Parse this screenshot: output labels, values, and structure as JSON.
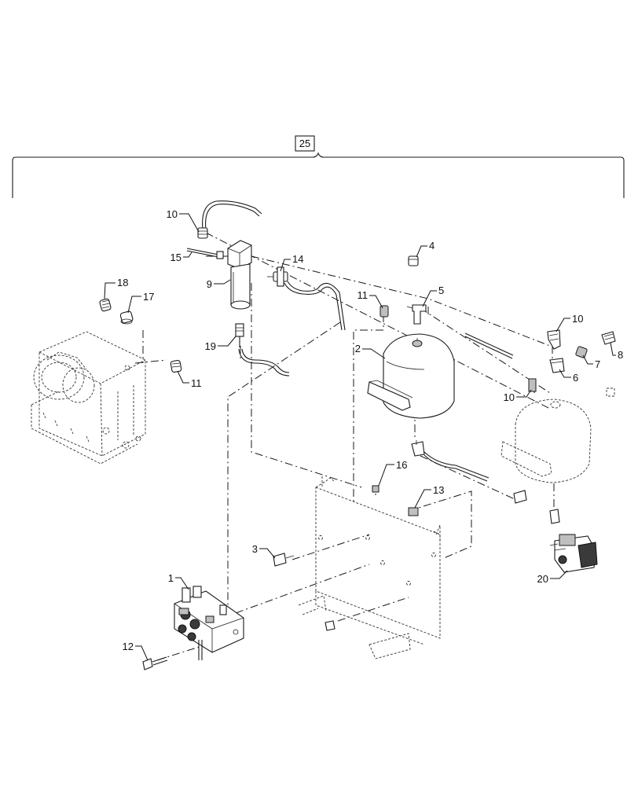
{
  "diagram": {
    "assembly_callout": "25",
    "callouts": [
      {
        "id": "c1",
        "text": "1"
      },
      {
        "id": "c2",
        "text": "2"
      },
      {
        "id": "c3",
        "text": "3"
      },
      {
        "id": "c4",
        "text": "4"
      },
      {
        "id": "c5",
        "text": "5"
      },
      {
        "id": "c6",
        "text": "6"
      },
      {
        "id": "c7",
        "text": "7"
      },
      {
        "id": "c8",
        "text": "8"
      },
      {
        "id": "c9",
        "text": "9"
      },
      {
        "id": "c10a",
        "text": "10"
      },
      {
        "id": "c10b",
        "text": "10"
      },
      {
        "id": "c10c",
        "text": "10"
      },
      {
        "id": "c11a",
        "text": "11"
      },
      {
        "id": "c11b",
        "text": "11"
      },
      {
        "id": "c12",
        "text": "12"
      },
      {
        "id": "c13",
        "text": "13"
      },
      {
        "id": "c14",
        "text": "14"
      },
      {
        "id": "c15",
        "text": "15"
      },
      {
        "id": "c16",
        "text": "16"
      },
      {
        "id": "c17",
        "text": "17"
      },
      {
        "id": "c18",
        "text": "18"
      },
      {
        "id": "c19",
        "text": "19"
      },
      {
        "id": "c20",
        "text": "20"
      }
    ]
  }
}
